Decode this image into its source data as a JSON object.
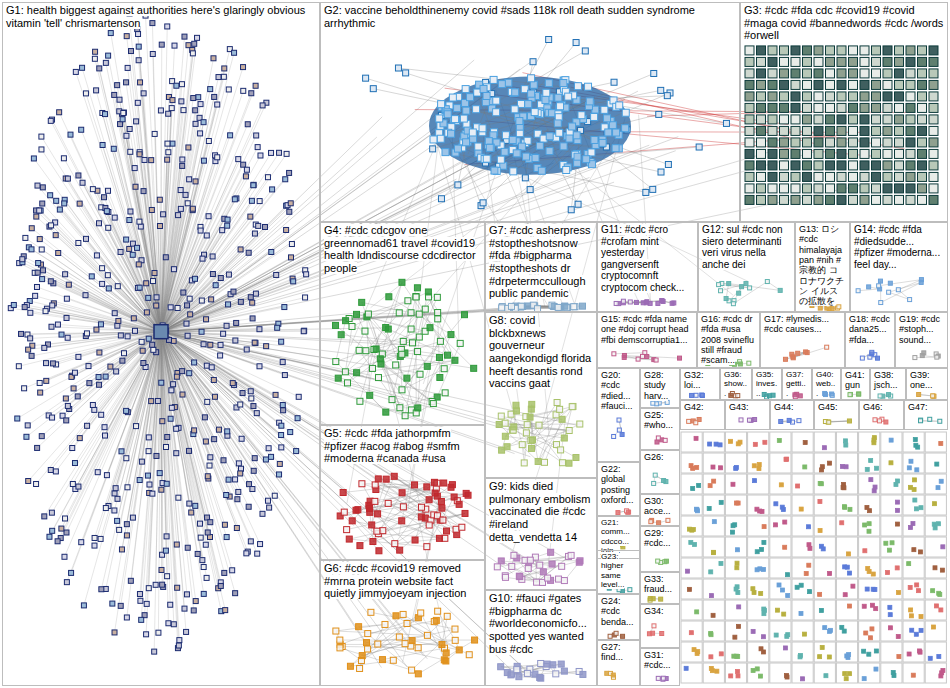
{
  "diagram": {
    "nodes": [
      {
        "text": [
          "G1: health biggest against authorities here's glaringly obvious vitamin 'tell' chrismartenson"
        ]
      },
      {
        "text": [
          "G2: vaccine beholdthinenemy covid #sads 118k roll death sudden syndrome arrhythmic"
        ]
      },
      {
        "text": [
          "G3: #cdc #fda cdc #covid19 #covid #maga covid #bannedwords #cdc /words #orwell"
        ]
      },
      {
        "text": [
          "G4: #cdc cdcgov one greennomad61 travel #covid19 health ldndiscourse cdcdirector people"
        ]
      },
      {
        "text": [
          "G5: #cdc #fda jathorpmfm #pfizer #acog #abog #smfm #moderna #canada #usa"
        ]
      },
      {
        "text": [
          "G6: #cdc #covid19 removed #mrna protein website fact quietly jimmyjoeyam injection"
        ]
      },
      {
        "text": [
          "G7: #cdc asherpress #stoptheshotsnow #fda #bigpharma #stoptheshots dr #drpetermccullough public pandemic"
        ]
      },
      {
        "text": [
          "G8: covid blckbxnews gouverneur aangekondigd florida heeft desantis rond vaccins gaat"
        ]
      },
      {
        "text": [
          "G9: kids died pulmonary embolism vaccinated die #cdc #ireland detta_vendetta 14"
        ]
      },
      {
        "text": [
          "G10: #fauci #gates #bigpharma dc #worldeconomicfo... spotted yes wanted bus #cdc"
        ]
      },
      {
        "text": [
          "G11: #cdc #cro #crofam mint yesterday gangversenft cryptocomnft cryptocom check..."
        ]
      },
      {
        "text": [
          "G12: sul #cdc non siero determinanti veri virus nella anche dei"
        ]
      },
      {
        "text": [
          "G13: ロシ #cdc himalayajapan #nih #宗教的 コロナワクチン イルスの拡散を"
        ]
      },
      {
        "text": [
          "G14: #cdc #fda #diedsudde... #pfizer #moderna... feel day..."
        ]
      },
      {
        "text": [
          "G15: #cdc #fda name one #doj corrupt head #fbi demscorruptia1..."
        ]
      },
      {
        "text": [
          "G16: #cdc dr #fda #usa 2008 svineflu still #fraud #scam..."
        ]
      },
      {
        "text": [
          "G17: #lymedis... #cdc causes..."
        ]
      },
      {
        "text": [
          "G18: #cdc dana25... #fda..."
        ]
      },
      {
        "text": [
          "G19: #cdc #stoph... sound..."
        ]
      },
      {
        "text": [
          "G20: #cdc #died... #fauci..."
        ]
      },
      {
        "text": [
          "G21: comm... cdcco... join..."
        ]
      },
      {
        "text": [
          "G22: global posting oxford..."
        ]
      },
      {
        "text": [
          "G23: higher same level..."
        ]
      },
      {
        "text": [
          "G24: #cdc benda..."
        ]
      },
      {
        "text": [
          "G25: #who..."
        ]
      },
      {
        "text": [
          "G26:"
        ]
      },
      {
        "text": [
          "G27: find..."
        ]
      },
      {
        "text": [
          "G28: study harv..."
        ]
      },
      {
        "text": [
          "G29: #cdc..."
        ]
      },
      {
        "text": [
          "G30: acce..."
        ]
      },
      {
        "text": [
          "G31: #cdc..."
        ]
      },
      {
        "text": [
          "G32: loi..."
        ]
      },
      {
        "text": [
          "G33: fraud..."
        ]
      },
      {
        "text": [
          "G34:"
        ]
      },
      {
        "text": [
          "G35: inves..."
        ]
      },
      {
        "text": [
          "G36: show..."
        ]
      },
      {
        "text": [
          "G37: getti..."
        ]
      },
      {
        "text": [
          "G38: jsch..."
        ]
      },
      {
        "text": [
          "G39: one..."
        ]
      },
      {
        "text": [
          "G40: web..."
        ]
      },
      {
        "text": [
          "G41: gun"
        ]
      },
      {
        "text": [
          "G42:"
        ]
      },
      {
        "text": [
          "G43:"
        ]
      },
      {
        "text": [
          "G44:"
        ]
      },
      {
        "text": [
          "G45:"
        ]
      },
      {
        "text": [
          "G46:"
        ]
      },
      {
        "text": [
          "G47:"
        ]
      }
    ]
  }
}
